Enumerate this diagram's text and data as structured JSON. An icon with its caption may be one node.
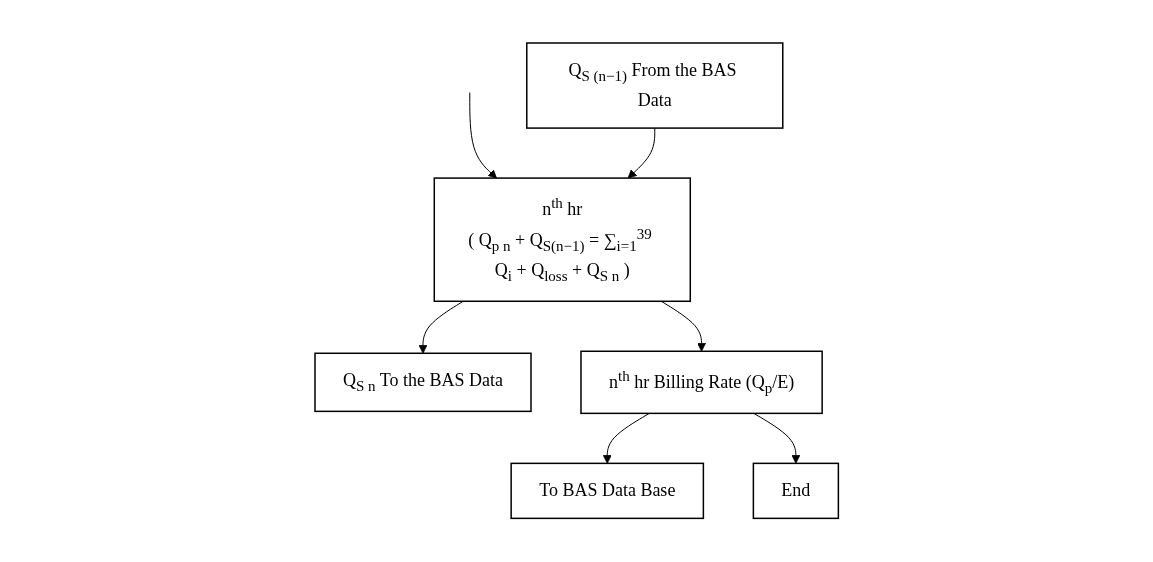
{
  "diagram": {
    "nodes": [
      {
        "text": [
          "n$^{th}$ hr",
          "( Q$_{p n}$ + Q$_{S(n−1)}$ = ∑$_{i=1}$$^{39}$ Q$_{i}$ + Q$_{loss}$ + Q$_{S n}$ )"
        ]
      },
      {
        "text": [
          "Q$_{S (n−1)}$ From the BAS Data"
        ]
      },
      {
        "text": [
          "Q$_{S n}$ To the BAS Data"
        ]
      },
      {
        "text": [
          "n$^{th}$ hr Billing Rate (Q$_{p}$/E)"
        ]
      },
      {
        "text": [
          "To BAS Data Base"
        ]
      },
      {
        "text": [
          "End"
        ]
      }
    ],
    "edges": [
      {
        "from": null,
        "to": 0,
        "arrow": "to"
      },
      {
        "from": 1,
        "to": 0,
        "arrow": "to"
      },
      {
        "from": 0,
        "to": 2,
        "arrow": "to"
      },
      {
        "from": 0,
        "to": 3,
        "arrow": "to"
      },
      {
        "from": 3,
        "to": 4,
        "arrow": "to"
      },
      {
        "from": 3,
        "to": 5,
        "arrow": "to"
      }
    ]
  }
}
